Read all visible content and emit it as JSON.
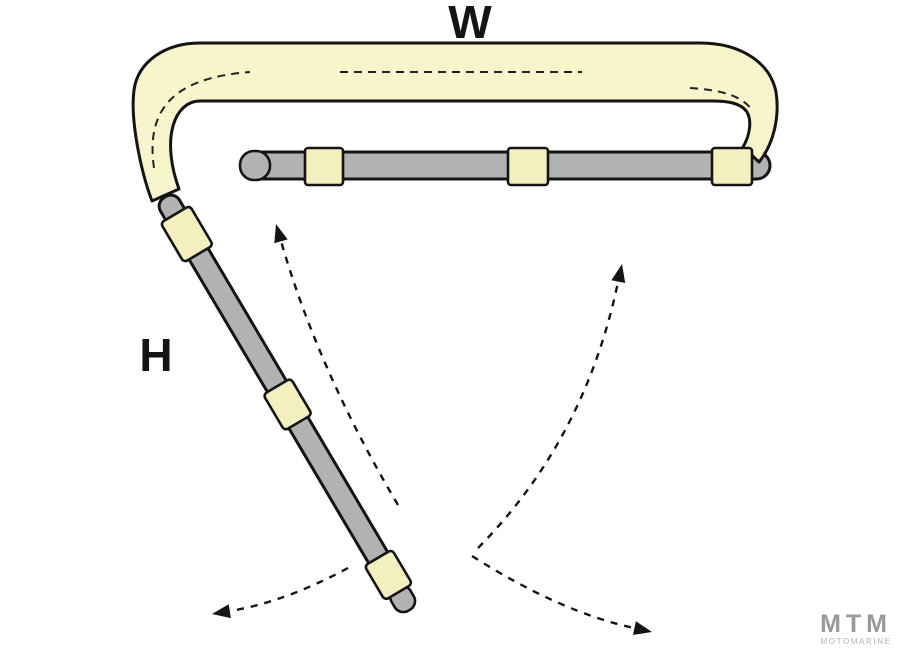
{
  "diagram": {
    "kind": "bimini-top-frame-fold-diagram",
    "labels": {
      "width": "W",
      "height": "H"
    },
    "parts": {
      "top_bow": "fabric-covered-top-bow",
      "crossbar": "rear-crossbar-tube",
      "leg": "height-support-pole",
      "fitting": "tube-fitting-sleeve"
    },
    "colors": {
      "fabric": "#F8F4CC",
      "fitting": "#F4EFBE",
      "tube": "#B2B2B2",
      "outline": "#141414",
      "background": "#FFFFFF"
    }
  },
  "watermark": {
    "brand": "MTM",
    "subtitle": "MOTOMARINE"
  }
}
